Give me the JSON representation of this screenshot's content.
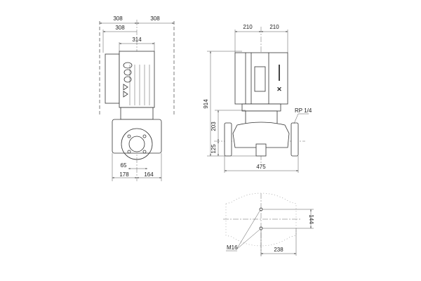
{
  "side_view": {
    "dim_top_left": "308",
    "dim_top_right": "308",
    "dim_box": "308",
    "dim_motor": "314",
    "dim_65": "65",
    "dim_178": "178",
    "dim_164": "164"
  },
  "front_view": {
    "dim_left": "210",
    "dim_right": "210",
    "dim_height": "914",
    "dim_203": "203",
    "dim_125": "125",
    "dim_width": "475",
    "port_label": "RP 1/4"
  },
  "foot_view": {
    "dim_144": "144",
    "dim_238": "238",
    "bolt_label": "M16"
  }
}
